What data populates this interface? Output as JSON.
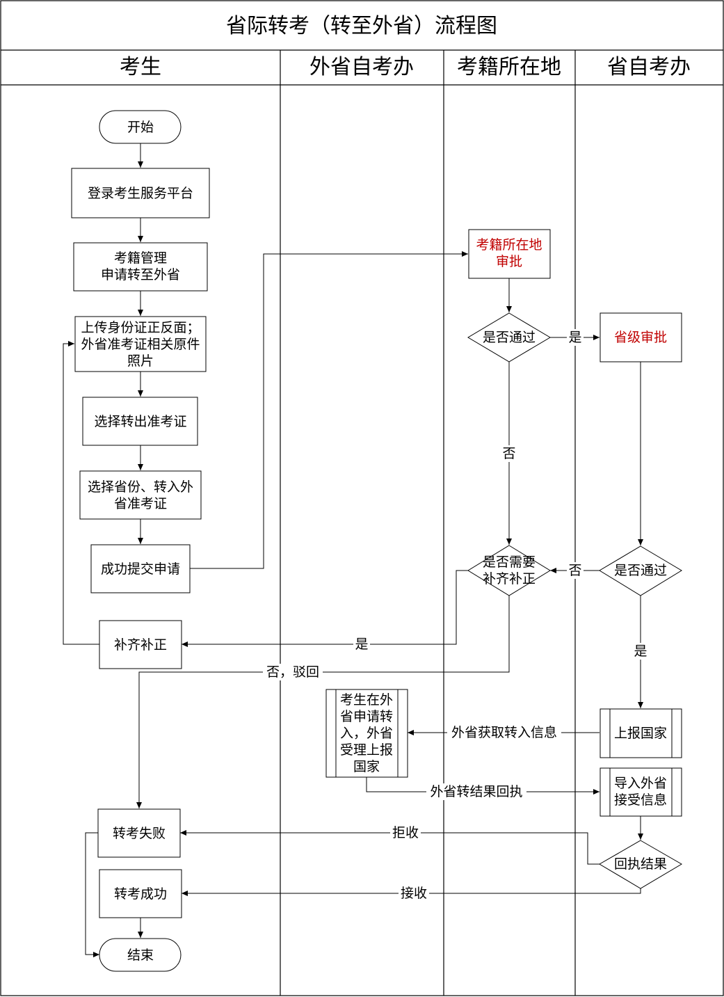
{
  "title": "省际转考（转至外省）流程图",
  "lanes": {
    "student": "考生",
    "other_province_office": "外省自考办",
    "registry_location": "考籍所在地",
    "province_office": "省自考办"
  },
  "nodes": {
    "start": "开始",
    "login": "登录考生服务平台",
    "apply_1": "考籍管理",
    "apply_2": "申请转至外省",
    "upload_1": "上传身份证正反面；",
    "upload_2": "外省准考证相关原件",
    "upload_3": "照片",
    "select_out": "选择转出准考证",
    "select_in_1": "选择省份、转入外",
    "select_in_2": "省准考证",
    "submit": "成功提交申请",
    "supplement": "补齐补正",
    "registry_approve_1": "考籍所在地",
    "registry_approve_2": "审批",
    "registry_pass": "是否通过",
    "province_approve": "省级审批",
    "need_supplement_1": "是否需要",
    "need_supplement_2": "补齐补正",
    "province_pass": "是否通过",
    "report_nation": "上报国家",
    "other_accept_1": "考生在外",
    "other_accept_2": "省申请转",
    "other_accept_3": "入，外省",
    "other_accept_4": "受理上报",
    "other_accept_5": "国家",
    "import_info_1": "导入外省",
    "import_info_2": "接受信息",
    "receipt_result": "回执结果",
    "fail": "转考失败",
    "success": "转考成功",
    "end": "结束"
  },
  "edge_labels": {
    "yes_to_province": "是",
    "no_down": "否",
    "no_from_province": "否",
    "yes_supplement": "是",
    "no_reject": "否，驳回",
    "yes_report": "是",
    "get_transfer_info": "外省获取转入信息",
    "transfer_result": "外省转结果回执",
    "rejected": "拒收",
    "accepted": "接收"
  },
  "colors": {
    "approval_text": "#c00000",
    "line": "#000000"
  }
}
